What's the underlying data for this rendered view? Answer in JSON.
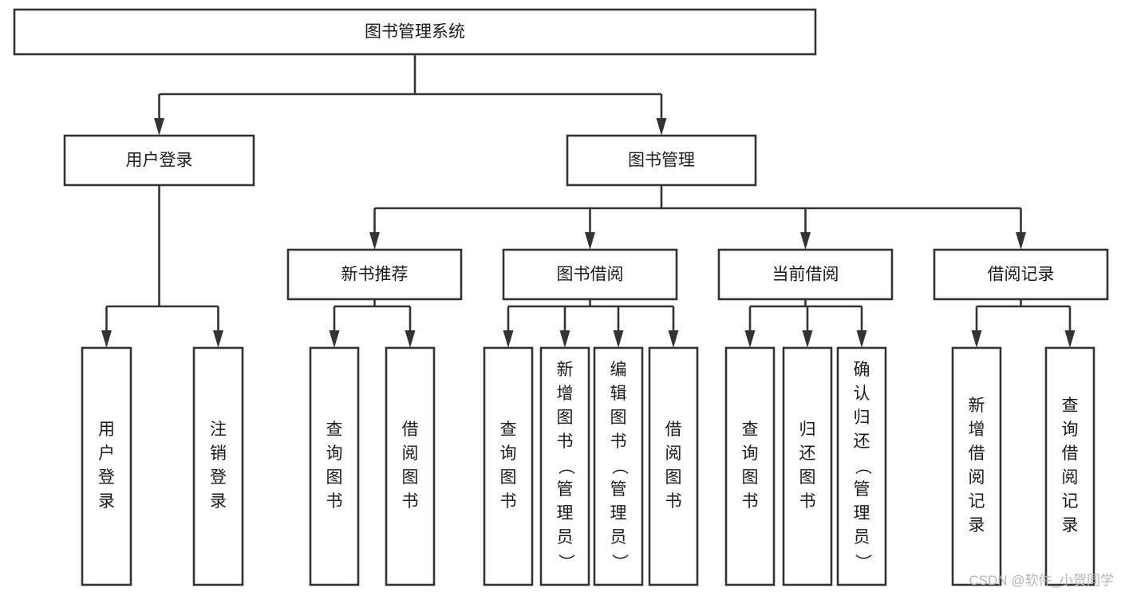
{
  "diagram": {
    "title": "图书管理系统",
    "type": "tree",
    "orientation": "top-down",
    "line_color": "#333333",
    "box_fill": "#ffffff",
    "text_color": "#1a1a1a",
    "levels": [
      {
        "level": 1,
        "nodes": [
          {
            "id": "root",
            "label": "图书管理系统",
            "orientation": "horizontal"
          }
        ]
      },
      {
        "level": 2,
        "nodes": [
          {
            "id": "login",
            "label": "用户登录",
            "orientation": "horizontal",
            "parent": "root"
          },
          {
            "id": "bookmgmt",
            "label": "图书管理",
            "orientation": "horizontal",
            "parent": "root"
          }
        ]
      },
      {
        "level": 3,
        "nodes": [
          {
            "id": "newbook",
            "label": "新书推荐",
            "orientation": "horizontal",
            "parent": "bookmgmt"
          },
          {
            "id": "borrow",
            "label": "图书借阅",
            "orientation": "horizontal",
            "parent": "bookmgmt"
          },
          {
            "id": "current",
            "label": "当前借阅",
            "orientation": "horizontal",
            "parent": "bookmgmt"
          },
          {
            "id": "records",
            "label": "借阅记录",
            "orientation": "horizontal",
            "parent": "bookmgmt"
          }
        ]
      },
      {
        "level": 4,
        "nodes": [
          {
            "id": "leaf1",
            "label": "用户登录",
            "orientation": "vertical",
            "parent": "login"
          },
          {
            "id": "leaf2",
            "label": "注销登录",
            "orientation": "vertical",
            "parent": "login"
          },
          {
            "id": "leaf3",
            "label": "查询图书",
            "orientation": "vertical",
            "parent": "newbook"
          },
          {
            "id": "leaf4",
            "label": "借阅图书",
            "orientation": "vertical",
            "parent": "newbook"
          },
          {
            "id": "leaf5",
            "label": "查询图书",
            "orientation": "vertical",
            "parent": "borrow"
          },
          {
            "id": "leaf6",
            "label": "新增图书（管理员）",
            "orientation": "vertical",
            "parent": "borrow"
          },
          {
            "id": "leaf7",
            "label": "编辑图书（管理员）",
            "orientation": "vertical",
            "parent": "borrow"
          },
          {
            "id": "leaf8",
            "label": "借阅图书",
            "orientation": "vertical",
            "parent": "borrow"
          },
          {
            "id": "leaf9",
            "label": "查询图书",
            "orientation": "vertical",
            "parent": "current"
          },
          {
            "id": "leaf10",
            "label": "归还图书",
            "orientation": "vertical",
            "parent": "current"
          },
          {
            "id": "leaf11",
            "label": "确认归还（管理员）",
            "orientation": "vertical",
            "parent": "current"
          },
          {
            "id": "leaf12",
            "label": "新增借阅记录",
            "orientation": "vertical",
            "parent": "records"
          },
          {
            "id": "leaf13",
            "label": "查询借阅记录",
            "orientation": "vertical",
            "parent": "records"
          }
        ]
      }
    ]
  },
  "watermark": {
    "text": "CSDN @软件_小贺同学"
  }
}
